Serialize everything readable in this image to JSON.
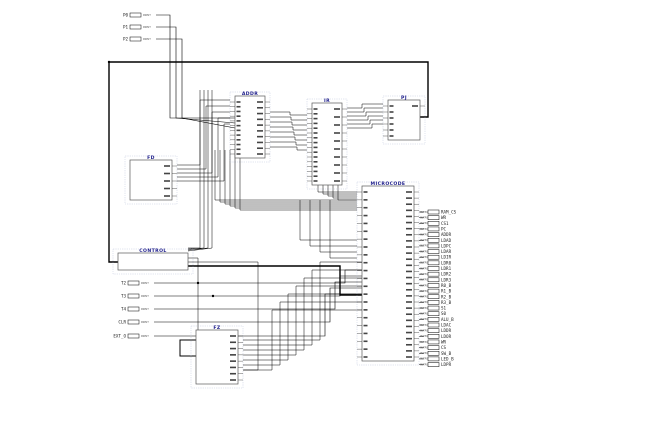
{
  "schematic": {
    "colors": {
      "background": "#ffffff",
      "wire": "#000000",
      "bus": "#000000",
      "block_border": "#5a5a5a",
      "block_dots": "#9aa6c8",
      "block_title": "#1c1c8a",
      "port_box": "#000000"
    },
    "top_inputs": [
      {
        "name": "P0",
        "tag": "INPUT"
      },
      {
        "name": "P1",
        "tag": "INPUT"
      },
      {
        "name": "P2",
        "tag": "INPUT"
      }
    ],
    "left_inputs": [
      {
        "name": "T2",
        "tag": "INPUT"
      },
      {
        "name": "T3",
        "tag": "INPUT"
      },
      {
        "name": "T4",
        "tag": "INPUT"
      },
      {
        "name": "CLR",
        "tag": "INPUT"
      },
      {
        "name": "EXT_O",
        "tag": "INPUT"
      }
    ],
    "blocks": [
      {
        "id": "addr",
        "title": "ADDR"
      },
      {
        "id": "ir",
        "title": "IR"
      },
      {
        "id": "pj",
        "title": "PJ"
      },
      {
        "id": "fd",
        "title": "FD"
      },
      {
        "id": "control",
        "title": "CONTROL"
      },
      {
        "id": "fz",
        "title": "FZ"
      },
      {
        "id": "microcode",
        "title": "MICROCODE"
      }
    ],
    "outputs": [
      {
        "name": "RAM_CS",
        "tag": "OUTPUT"
      },
      {
        "name": "WR",
        "tag": "OUTPUT"
      },
      {
        "name": "CS1",
        "tag": "OUTPUT"
      },
      {
        "name": "PC",
        "tag": "OUTPUT"
      },
      {
        "name": "ADDR",
        "tag": "OUTPUT"
      },
      {
        "name": "LDAD",
        "tag": "OUTPUT"
      },
      {
        "name": "LDPC",
        "tag": "OUTPUT"
      },
      {
        "name": "LDAR",
        "tag": "OUTPUT"
      },
      {
        "name": "LDIR",
        "tag": "OUTPUT"
      },
      {
        "name": "LDR0",
        "tag": "OUTPUT"
      },
      {
        "name": "LDR1",
        "tag": "OUTPUT"
      },
      {
        "name": "LDR2",
        "tag": "OUTPUT"
      },
      {
        "name": "LDR3",
        "tag": "OUTPUT"
      },
      {
        "name": "R0_B",
        "tag": "OUTPUT"
      },
      {
        "name": "R1_B",
        "tag": "OUTPUT"
      },
      {
        "name": "R2_B",
        "tag": "OUTPUT"
      },
      {
        "name": "R3_B",
        "tag": "OUTPUT"
      },
      {
        "name": "S1",
        "tag": "OUTPUT"
      },
      {
        "name": "S0",
        "tag": "OUTPUT"
      },
      {
        "name": "ALU_B",
        "tag": "OUTPUT"
      },
      {
        "name": "LDAC",
        "tag": "OUTPUT"
      },
      {
        "name": "LDDR",
        "tag": "OUTPUT"
      },
      {
        "name": "LDOR",
        "tag": "OUTPUT"
      },
      {
        "name": "WR",
        "tag": "OUTPUT"
      },
      {
        "name": "CS",
        "tag": "OUTPUT"
      },
      {
        "name": "SW_B",
        "tag": "OUTPUT"
      },
      {
        "name": "LED_B",
        "tag": "OUTPUT"
      },
      {
        "name": "LDPR",
        "tag": "OUTPUT"
      }
    ]
  }
}
